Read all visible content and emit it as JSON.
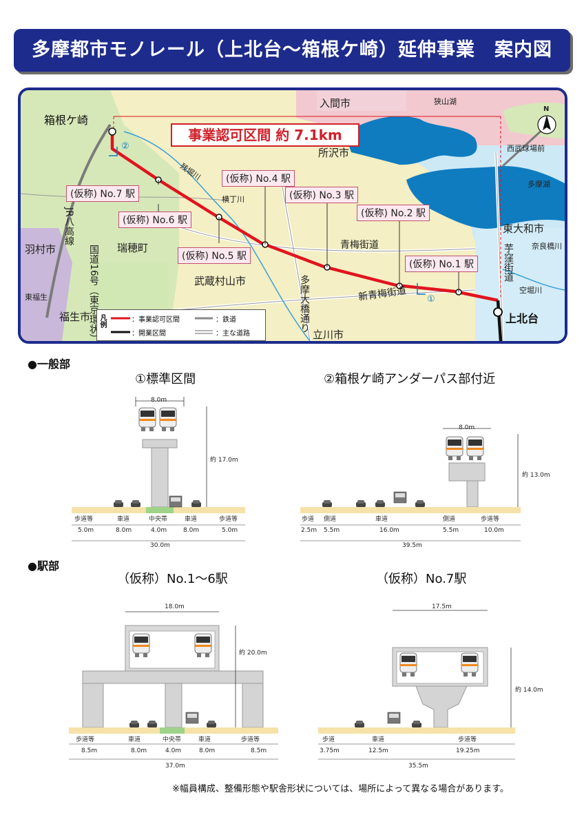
{
  "title": "多摩都市モノレール（上北台〜箱根ケ崎）延伸事業　案内図",
  "map": {
    "approval_section": "事業認可区間 約 7.1km",
    "places": {
      "hakonegasaki": "箱根ケ崎",
      "kamikitadai": "上北台",
      "iruma": "入間市",
      "tokorozawa": "所沢市",
      "higashiyamato": "東大和市",
      "mizuho": "瑞穂町",
      "musashimurayama": "武蔵村山市",
      "hamura": "羽村市",
      "fussa": "福生市",
      "tachikawa": "立川市",
      "sayamako": "狭山湖",
      "tamako": "多摩湖",
      "seibu_kyujo": "西武球場前",
      "higashi_fussa": "東福生",
      "narahashigawa": "奈良橋川",
      "karabori": "空堀川"
    },
    "rivers_roads": {
      "zanbori": "残堀川",
      "yokochogawa": "横丁川",
      "ome_kaido": "青梅街道",
      "shin_ome_kaido": "新青梅街道",
      "imokubo_kaido": "芋窪街道",
      "tama_ohashi": "多摩大橋通り",
      "kokudo16": "国道16号（東京環状）",
      "jr_hachiko": "JR八高線"
    },
    "stations": [
      "(仮称) No.1 駅",
      "(仮称) No.2 駅",
      "(仮称) No.3 駅",
      "(仮称) No.4 駅",
      "(仮称) No.5 駅",
      "(仮称) No.6 駅",
      "(仮称) No.7 駅"
    ],
    "marker1": "①",
    "marker2": "②",
    "north": "N",
    "legend": {
      "title": "凡例",
      "approved": "：事業認可区間",
      "open": "：開業区間",
      "railway": "：鉄道",
      "road": "：主な道路"
    },
    "colors": {
      "approved": "#e0141e",
      "open": "#111111",
      "frame": "#1d2b8c"
    }
  },
  "section_general": "●一般部",
  "section_station": "●駅部",
  "diagrams": {
    "d1": {
      "title": "①標準区間",
      "top_width": "8.0m",
      "height": "約 17.0m",
      "lanes": [
        "歩道等",
        "車道",
        "中央帯",
        "車道",
        "歩道等"
      ],
      "widths": [
        "5.0m",
        "8.0m",
        "4.0m",
        "8.0m",
        "5.0m"
      ],
      "total": "30.0m"
    },
    "d2": {
      "title": "②箱根ケ崎アンダーパス部付近",
      "top_width": "8.0m",
      "height": "約 13.0m",
      "lanes": [
        "歩道",
        "側道",
        "車道",
        "側道",
        "歩道等"
      ],
      "widths": [
        "2.5m",
        "5.5m",
        "16.0m",
        "5.5m",
        "10.0m"
      ],
      "total": "39.5m"
    },
    "d3": {
      "title": "（仮称）No.1〜6駅",
      "top_width": "18.0m",
      "height": "約 20.0m",
      "lanes": [
        "歩道等",
        "車道",
        "中央帯",
        "車道",
        "歩道等"
      ],
      "widths": [
        "8.5m",
        "8.0m",
        "4.0m",
        "8.0m",
        "8.5m"
      ],
      "total": "37.0m"
    },
    "d4": {
      "title": "（仮称）No.7駅",
      "top_width": "17.5m",
      "height": "約 14.0m",
      "lanes": [
        "歩道",
        "車道",
        "歩道等"
      ],
      "widths": [
        "3.75m",
        "12.5m",
        "19.25m"
      ],
      "total": "35.5m"
    }
  },
  "footnote": "※幅員構成、整備形態や駅舎形状については、場所によって異なる場合があります。"
}
